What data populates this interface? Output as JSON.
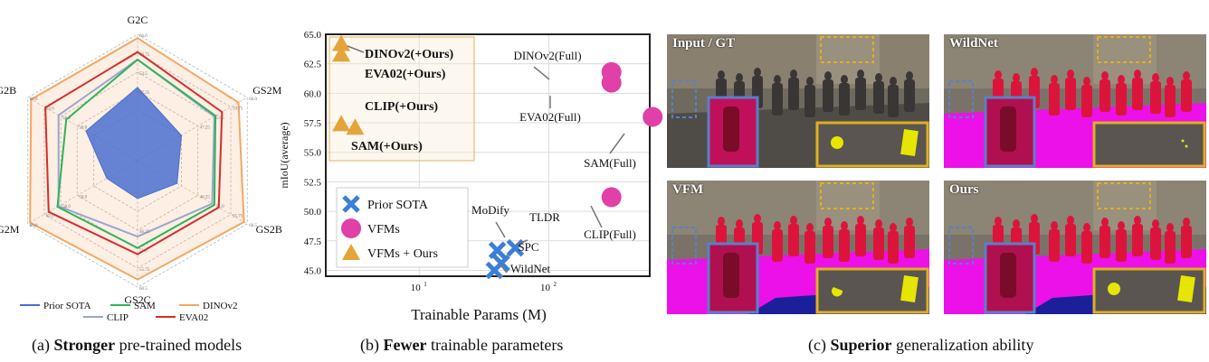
{
  "captions": {
    "a": {
      "prefix": "(a) ",
      "bold": "Stronger",
      "rest": " pre-trained models"
    },
    "b": {
      "prefix": "(b) ",
      "bold": "Fewer",
      "rest": " trainable parameters"
    },
    "c": {
      "prefix": "(c) ",
      "bold": "Superior",
      "rest": " generalization ability"
    }
  },
  "panel_c": {
    "labels": [
      "Input / GT",
      "WildNet",
      "VFM",
      "Ours"
    ],
    "colors": {
      "pedestrian": "#dc143c",
      "road": "#ff00ff",
      "sign": "#e6e600",
      "box_blue": "#5b7fc7",
      "box_yellow": "#e0b020"
    }
  },
  "chart_data": [
    {
      "type": "radar",
      "axes": [
        "G2C",
        "GS2M",
        "GS2B",
        "GS2C",
        "G2M",
        "G2B"
      ],
      "rmin": 0.25,
      "rmax": 1.0,
      "legend": [
        "Prior SOTA",
        "SAM",
        "DINOv2",
        "CLIP",
        "EVA02"
      ],
      "series": [
        {
          "name": "Prior SOTA",
          "color": "#4a6fd0",
          "fill": true,
          "values": [
            0.58,
            0.4,
            0.36,
            0.3,
            0.28,
            0.47
          ]
        },
        {
          "name": "SAM",
          "color": "#2fb35a",
          "fill": false,
          "values": [
            0.8,
            0.71,
            0.7,
            0.69,
            0.73,
            0.65
          ]
        },
        {
          "name": "CLIP",
          "color": "#9aa6cf",
          "fill": false,
          "values": [
            0.8,
            0.7,
            0.68,
            0.6,
            0.72,
            0.72
          ]
        },
        {
          "name": "EVA02",
          "color": "#d62d2d",
          "fill": false,
          "values": [
            0.86,
            0.77,
            0.74,
            0.74,
            0.81,
            0.84
          ]
        },
        {
          "name": "DINOv2",
          "color": "#f2a864",
          "fill": true,
          "values": [
            0.97,
            0.92,
            0.97,
            0.94,
            0.98,
            0.97
          ]
        }
      ],
      "ring_labels": {
        "G2C": [
          "66.0",
          "59.75",
          "53.5",
          "47.25"
        ],
        "GS2M": [
          "66.0",
          "59.75",
          "53.5",
          "47.25"
        ],
        "GS2B": [
          "60.5",
          "55.75",
          "51.0",
          "46.25"
        ],
        "GS2C": [
          "60.5",
          "55.75",
          "51.0",
          "46.25"
        ],
        "G2M": [
          "68.0",
          "62.0",
          "56.0",
          "50.0"
        ],
        "G2B": [
          "68.0",
          "62.0",
          "56.0",
          "50.0"
        ]
      }
    },
    {
      "type": "scatter",
      "xlabel": "Trainable Params (M)",
      "ylabel": "mIoU(average)",
      "xscale": "log",
      "xlim": [
        1.9,
        600
      ],
      "ylim": [
        44.5,
        65.0
      ],
      "yticks": [
        "45.0",
        "47.5",
        "50.0",
        "52.5",
        "55.0",
        "57.5",
        "60.0",
        "62.5",
        "65.0"
      ],
      "xticks": [
        "10¹",
        "10²"
      ],
      "legend": [
        "Prior SOTA",
        "VFMs",
        "VFMs + Ours"
      ],
      "series": [
        {
          "name": "Prior SOTA",
          "marker": "x",
          "color": "#3c7fd9",
          "points": [
            {
              "label": "MoDify",
              "x": 40,
              "y": 46.7
            },
            {
              "label": "TLDR",
              "x": 55,
              "y": 46.9
            },
            {
              "label": "SPC",
              "x": 43,
              "y": 45.6
            },
            {
              "label": "WildNet",
              "x": 38,
              "y": 45.0
            }
          ]
        },
        {
          "name": "VFMs",
          "marker": "circle",
          "color": "#e040a8",
          "points": [
            {
              "label": "DINOv2(Full)",
              "x": 304,
              "y": 61.8
            },
            {
              "label": "EVA02(Full)",
              "x": 304,
              "y": 60.9
            },
            {
              "label": "SAM(Full)",
              "x": 632,
              "y": 58.0
            },
            {
              "label": "CLIP(Full)",
              "x": 304,
              "y": 51.2
            }
          ]
        },
        {
          "name": "VFMs + Ours",
          "marker": "triangle",
          "color": "#e5a43a",
          "points": [
            {
              "label": "DINOv2(+Ours)",
              "x": 2.5,
              "y": 64.2
            },
            {
              "label": "EVA02(+Ours)",
              "x": 2.5,
              "y": 63.3
            },
            {
              "label": "CLIP(+Ours)",
              "x": 2.5,
              "y": 57.4
            },
            {
              "label": "SAM(+Ours)",
              "x": 3.2,
              "y": 57.1
            }
          ]
        }
      ]
    }
  ]
}
